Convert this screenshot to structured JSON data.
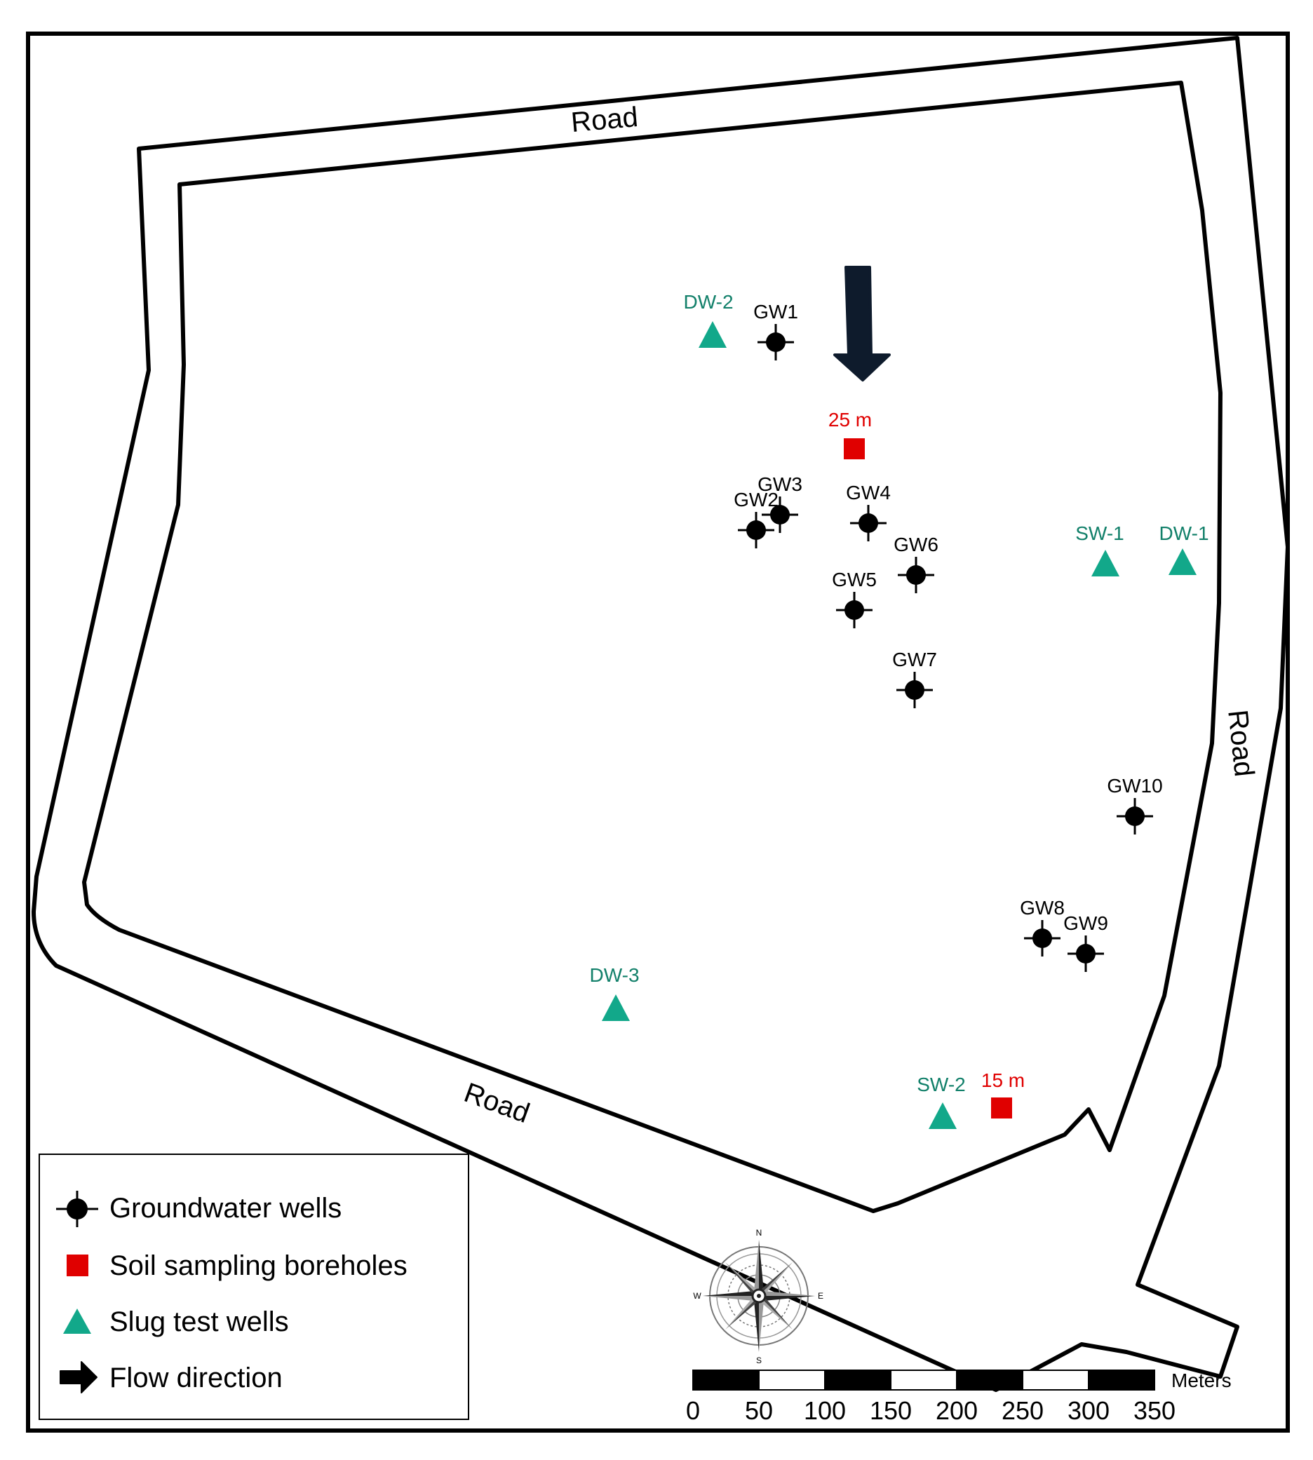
{
  "map": {
    "road_labels": [
      "Road",
      "Road",
      "Road"
    ],
    "groundwater_wells": [
      {
        "id": "GW1"
      },
      {
        "id": "GW2"
      },
      {
        "id": "GW3"
      },
      {
        "id": "GW4"
      },
      {
        "id": "GW5"
      },
      {
        "id": "GW6"
      },
      {
        "id": "GW7"
      },
      {
        "id": "GW8"
      },
      {
        "id": "GW9"
      },
      {
        "id": "GW10"
      }
    ],
    "slug_test_wells": [
      {
        "id": "DW-2"
      },
      {
        "id": "SW-1"
      },
      {
        "id": "DW-1"
      },
      {
        "id": "DW-3"
      },
      {
        "id": "SW-2"
      }
    ],
    "boreholes": [
      {
        "label": "25 m"
      },
      {
        "label": "15 m"
      }
    ],
    "colors": {
      "groundwater_well": "#000000",
      "borehole": "#e00000",
      "slug_test_well": "#12a88a",
      "flow_arrow": "#0e1b2c",
      "road_outline": "#000000"
    }
  },
  "legend": {
    "items": [
      {
        "symbol": "groundwater-well-icon",
        "label": "Groundwater wells"
      },
      {
        "symbol": "red-square-icon",
        "label": "Soil sampling boreholes"
      },
      {
        "symbol": "green-triangle-icon",
        "label": "Slug test wells"
      },
      {
        "symbol": "arrow-right-icon",
        "label": "Flow direction"
      }
    ]
  },
  "compass": {
    "n": "N",
    "s": "S",
    "e": "E",
    "w": "W"
  },
  "scale_bar": {
    "unit": "Meters",
    "ticks": [
      "0",
      "50",
      "100",
      "150",
      "200",
      "250",
      "300",
      "350"
    ]
  }
}
